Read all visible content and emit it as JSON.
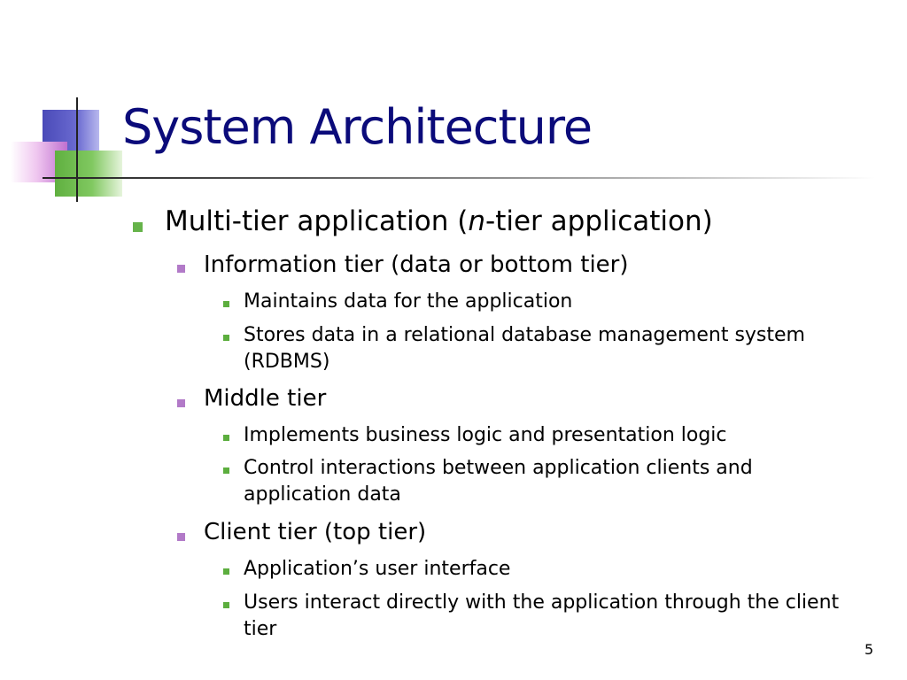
{
  "title": "System Architecture",
  "bullets": {
    "b1": {
      "pre": "Multi-tier application (",
      "em": "n",
      "post": "-tier application)"
    },
    "b1_1": "Information tier (data or bottom tier)",
    "b1_1_1": "Maintains data for the application",
    "b1_1_2": "Stores data in a relational database management system (RDBMS)",
    "b1_2": "Middle tier",
    "b1_2_1": "Implements business logic and presentation logic",
    "b1_2_2": "Control interactions between application clients and application data",
    "b1_3": "Client tier (top tier)",
    "b1_3_1": "Application’s user interface",
    "b1_3_2": "Users interact directly with the application through the client tier"
  },
  "page_number": "5",
  "colors": {
    "title": "#0b0b7a",
    "bullet_level1": "#66b34a",
    "bullet_level2": "#b27ac8",
    "bullet_level3": "#5cae3e"
  }
}
